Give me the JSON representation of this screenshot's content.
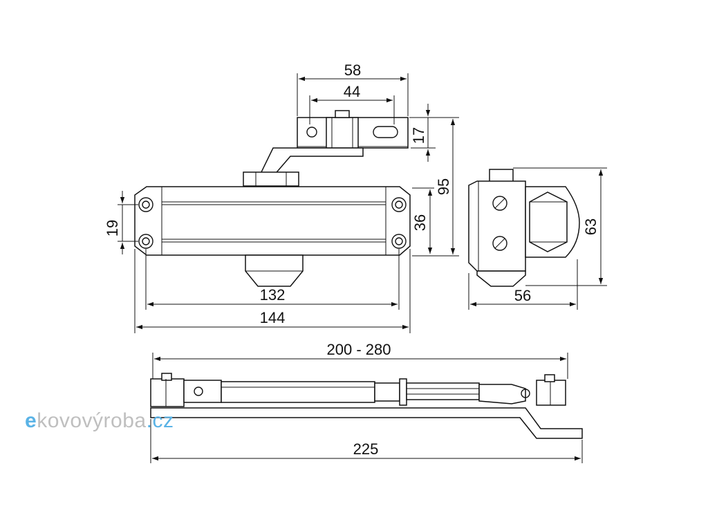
{
  "logo": {
    "brand_initial": "e",
    "brand_middle": "kovovýroba",
    "brand_tld": ".cz",
    "colors": {
      "accent": "#5ab3e6",
      "grey": "#bfbfbf"
    }
  },
  "dimensions": {
    "top_bracket_width": "58",
    "top_bracket_holes": "44",
    "top_bracket_height": "17",
    "overall_height": "95",
    "body_height": "36",
    "body_holes_vertical": "19",
    "body_holes_horizontal": "132",
    "body_length": "144",
    "side_view_height": "63",
    "side_view_width": "56",
    "arm_adjustable_length": "200 - 280",
    "arm_length": "225"
  }
}
